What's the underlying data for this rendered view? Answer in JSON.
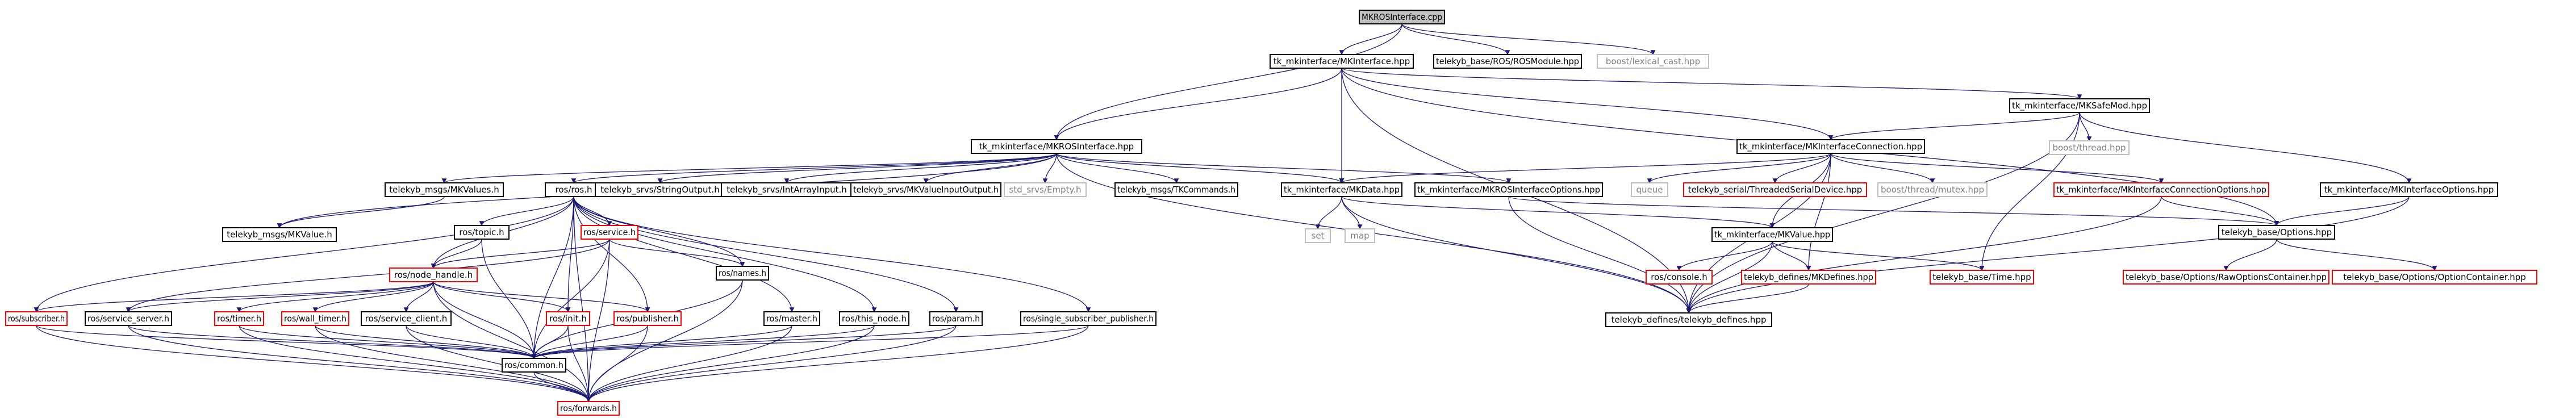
{
  "colors": {
    "edge": "#191970",
    "node_border_black": "#000000",
    "node_border_red": "#ff0000",
    "node_border_gray": "#bfbfbf",
    "root_fill": "#bfbfbf",
    "text_black": "#000000",
    "text_gray": "#808080"
  },
  "nodes": [
    {
      "id": "root",
      "label": "MKROSInterface.cpp",
      "style": "root"
    },
    {
      "id": "mkinterface",
      "label": "tk_mkinterface/MKInterface.hpp",
      "style": "black"
    },
    {
      "id": "rosmodule",
      "label": "telekyb_base/ROS/ROSModule.hpp",
      "style": "black"
    },
    {
      "id": "lexical",
      "label": "boost/lexical_cast.hpp",
      "style": "gray"
    },
    {
      "id": "mksafemod",
      "label": "tk_mkinterface/MKSafeMod.hpp",
      "style": "black"
    },
    {
      "id": "boostthread",
      "label": "boost/thread.hpp",
      "style": "gray"
    },
    {
      "id": "mkrosif",
      "label": "tk_mkinterface/MKROSInterface.hpp",
      "style": "black"
    },
    {
      "id": "mkconn",
      "label": "tk_mkinterface/MKInterfaceConnection.hpp",
      "style": "black"
    },
    {
      "id": "mkifopts",
      "label": "tk_mkinterface/MKInterfaceOptions.hpp",
      "style": "black"
    },
    {
      "id": "mkvalues",
      "label": "telekyb_msgs/MKValues.h",
      "style": "black"
    },
    {
      "id": "rosh",
      "label": "ros/ros.h",
      "style": "black"
    },
    {
      "id": "stringout",
      "label": "telekyb_srvs/StringOutput.h",
      "style": "black"
    },
    {
      "id": "intarray",
      "label": "telekyb_srvs/IntArrayInput.h",
      "style": "black"
    },
    {
      "id": "mkvalinput",
      "label": "telekyb_srvs/MKValueInputOutput.h",
      "style": "black"
    },
    {
      "id": "srvempty",
      "label": "std_srvs/Empty.h",
      "style": "gray"
    },
    {
      "id": "tkcommands",
      "label": "telekyb_msgs/TKCommands.h",
      "style": "black"
    },
    {
      "id": "mkdata",
      "label": "tk_mkinterface/MKData.hpp",
      "style": "black"
    },
    {
      "id": "mkrosopts",
      "label": "tk_mkinterface/MKROSInterfaceOptions.hpp",
      "style": "black"
    },
    {
      "id": "queue",
      "label": "queue",
      "style": "gray"
    },
    {
      "id": "serialdev",
      "label": "telekyb_serial/ThreadedSerialDevice.hpp",
      "style": "red"
    },
    {
      "id": "mutex",
      "label": "boost/thread/mutex.hpp",
      "style": "gray"
    },
    {
      "id": "mkconnopts",
      "label": "tk_mkinterface/MKInterfaceConnectionOptions.hpp",
      "style": "red"
    },
    {
      "id": "baseoptions",
      "label": "telekyb_base/Options.hpp",
      "style": "black"
    },
    {
      "id": "mkvalueh",
      "label": "tk_mkinterface/MKValue.hpp",
      "style": "black"
    },
    {
      "id": "mkvalue",
      "label": "telekyb_msgs/MKValue.h",
      "style": "black"
    },
    {
      "id": "set",
      "label": "set",
      "style": "gray"
    },
    {
      "id": "map",
      "label": "map",
      "style": "gray"
    },
    {
      "id": "console",
      "label": "ros/console.h",
      "style": "red"
    },
    {
      "id": "mkdefines",
      "label": "telekyb_defines/MKDefines.hpp",
      "style": "red"
    },
    {
      "id": "basetime",
      "label": "telekyb_base/Time.hpp",
      "style": "red"
    },
    {
      "id": "rawopts",
      "label": "telekyb_base/Options/RawOptionsContainer.hpp",
      "style": "red"
    },
    {
      "id": "optcontainer",
      "label": "telekyb_base/Options/OptionContainer.hpp",
      "style": "red"
    },
    {
      "id": "tkdefines",
      "label": "telekyb_defines/telekyb_defines.hpp",
      "style": "black"
    },
    {
      "id": "topic",
      "label": "ros/topic.h",
      "style": "black"
    },
    {
      "id": "service",
      "label": "ros/service.h",
      "style": "red"
    },
    {
      "id": "names",
      "label": "ros/names.h",
      "style": "black"
    },
    {
      "id": "nodehandle",
      "label": "ros/node_handle.h",
      "style": "red"
    },
    {
      "id": "subscriber",
      "label": "ros/subscriber.h",
      "style": "red"
    },
    {
      "id": "servicesrv",
      "label": "ros/service_server.h",
      "style": "black"
    },
    {
      "id": "timer",
      "label": "ros/timer.h",
      "style": "red"
    },
    {
      "id": "walltimer",
      "label": "ros/wall_timer.h",
      "style": "red"
    },
    {
      "id": "serviceclient",
      "label": "ros/service_client.h",
      "style": "black"
    },
    {
      "id": "init",
      "label": "ros/init.h",
      "style": "red"
    },
    {
      "id": "publisher",
      "label": "ros/publisher.h",
      "style": "red"
    },
    {
      "id": "master",
      "label": "ros/master.h",
      "style": "black"
    },
    {
      "id": "thisnode",
      "label": "ros/this_node.h",
      "style": "black"
    },
    {
      "id": "param",
      "label": "ros/param.h",
      "style": "black"
    },
    {
      "id": "singlesub",
      "label": "ros/single_subscriber_publisher.h",
      "style": "black"
    },
    {
      "id": "common",
      "label": "ros/common.h",
      "style": "black"
    },
    {
      "id": "forwards",
      "label": "ros/forwards.h",
      "style": "red"
    }
  ],
  "edges": [
    [
      "root",
      "mkinterface"
    ],
    [
      "root",
      "rosmodule"
    ],
    [
      "root",
      "lexical"
    ],
    [
      "root",
      "mkrosif"
    ],
    [
      "mkinterface",
      "mksafemod"
    ],
    [
      "mkinterface",
      "mkrosif"
    ],
    [
      "mkinterface",
      "mkconn"
    ],
    [
      "mkinterface",
      "mkdata"
    ],
    [
      "mkinterface",
      "tkdefines"
    ],
    [
      "mkinterface",
      "baseoptions"
    ],
    [
      "mksafemod",
      "boostthread"
    ],
    [
      "mksafemod",
      "mkconn"
    ],
    [
      "mksafemod",
      "mkifopts"
    ],
    [
      "mksafemod",
      "basetime"
    ],
    [
      "mksafemod",
      "tkdefines"
    ],
    [
      "mkrosif",
      "mkvalues"
    ],
    [
      "mkrosif",
      "rosh"
    ],
    [
      "mkrosif",
      "stringout"
    ],
    [
      "mkrosif",
      "intarray"
    ],
    [
      "mkrosif",
      "mkvalinput"
    ],
    [
      "mkrosif",
      "srvempty"
    ],
    [
      "mkrosif",
      "tkcommands"
    ],
    [
      "mkrosif",
      "mkdata"
    ],
    [
      "mkrosif",
      "mkrosopts"
    ],
    [
      "mkrosif",
      "tkdefines"
    ],
    [
      "mkrosif",
      "mkvalue"
    ],
    [
      "mkconn",
      "mkdata"
    ],
    [
      "mkconn",
      "queue"
    ],
    [
      "mkconn",
      "serialdev"
    ],
    [
      "mkconn",
      "mutex"
    ],
    [
      "mkconn",
      "mkconnopts"
    ],
    [
      "mkconn",
      "mkvalueh"
    ],
    [
      "mkconn",
      "tkdefines"
    ],
    [
      "mkconn",
      "mkdefines"
    ],
    [
      "mkconnopts",
      "baseoptions"
    ],
    [
      "mkconnopts",
      "tkdefines"
    ],
    [
      "mkifopts",
      "baseoptions"
    ],
    [
      "mkifopts",
      "tkdefines"
    ],
    [
      "mkrosopts",
      "baseoptions"
    ],
    [
      "mkrosopts",
      "tkdefines"
    ],
    [
      "mkdata",
      "set"
    ],
    [
      "mkdata",
      "map"
    ],
    [
      "mkdata",
      "mkvalueh"
    ],
    [
      "mkdata",
      "tkdefines"
    ],
    [
      "mkvalueh",
      "console"
    ],
    [
      "mkvalueh",
      "mkdefines"
    ],
    [
      "mkvalueh",
      "basetime"
    ],
    [
      "mkvalueh",
      "tkdefines"
    ],
    [
      "mkdefines",
      "tkdefines"
    ],
    [
      "baseoptions",
      "rawopts"
    ],
    [
      "baseoptions",
      "optcontainer"
    ],
    [
      "mkvalues",
      "mkvalue"
    ],
    [
      "rosh",
      "topic"
    ],
    [
      "rosh",
      "service"
    ],
    [
      "rosh",
      "names"
    ],
    [
      "rosh",
      "nodehandle"
    ],
    [
      "rosh",
      "subscriber"
    ],
    [
      "rosh",
      "init"
    ],
    [
      "rosh",
      "publisher"
    ],
    [
      "rosh",
      "master"
    ],
    [
      "rosh",
      "thisnode"
    ],
    [
      "rosh",
      "param"
    ],
    [
      "rosh",
      "singlesub"
    ],
    [
      "rosh",
      "common"
    ],
    [
      "rosh",
      "forwards"
    ],
    [
      "topic",
      "nodehandle"
    ],
    [
      "topic",
      "common"
    ],
    [
      "service",
      "nodehandle"
    ],
    [
      "service",
      "names"
    ],
    [
      "service",
      "servicesrv"
    ],
    [
      "service",
      "common"
    ],
    [
      "service",
      "forwards"
    ],
    [
      "names",
      "common"
    ],
    [
      "names",
      "forwards"
    ],
    [
      "nodehandle",
      "subscriber"
    ],
    [
      "nodehandle",
      "servicesrv"
    ],
    [
      "nodehandle",
      "timer"
    ],
    [
      "nodehandle",
      "walltimer"
    ],
    [
      "nodehandle",
      "serviceclient"
    ],
    [
      "nodehandle",
      "init"
    ],
    [
      "nodehandle",
      "publisher"
    ],
    [
      "nodehandle",
      "common"
    ],
    [
      "nodehandle",
      "forwards"
    ],
    [
      "subscriber",
      "common"
    ],
    [
      "subscriber",
      "forwards"
    ],
    [
      "servicesrv",
      "common"
    ],
    [
      "servicesrv",
      "forwards"
    ],
    [
      "timer",
      "common"
    ],
    [
      "timer",
      "forwards"
    ],
    [
      "walltimer",
      "common"
    ],
    [
      "walltimer",
      "forwards"
    ],
    [
      "serviceclient",
      "common"
    ],
    [
      "serviceclient",
      "forwards"
    ],
    [
      "init",
      "common"
    ],
    [
      "init",
      "forwards"
    ],
    [
      "publisher",
      "common"
    ],
    [
      "publisher",
      "forwards"
    ],
    [
      "master",
      "common"
    ],
    [
      "master",
      "forwards"
    ],
    [
      "thisnode",
      "common"
    ],
    [
      "thisnode",
      "forwards"
    ],
    [
      "param",
      "common"
    ],
    [
      "param",
      "forwards"
    ],
    [
      "singlesub",
      "common"
    ],
    [
      "singlesub",
      "forwards"
    ],
    [
      "common",
      "forwards"
    ]
  ]
}
